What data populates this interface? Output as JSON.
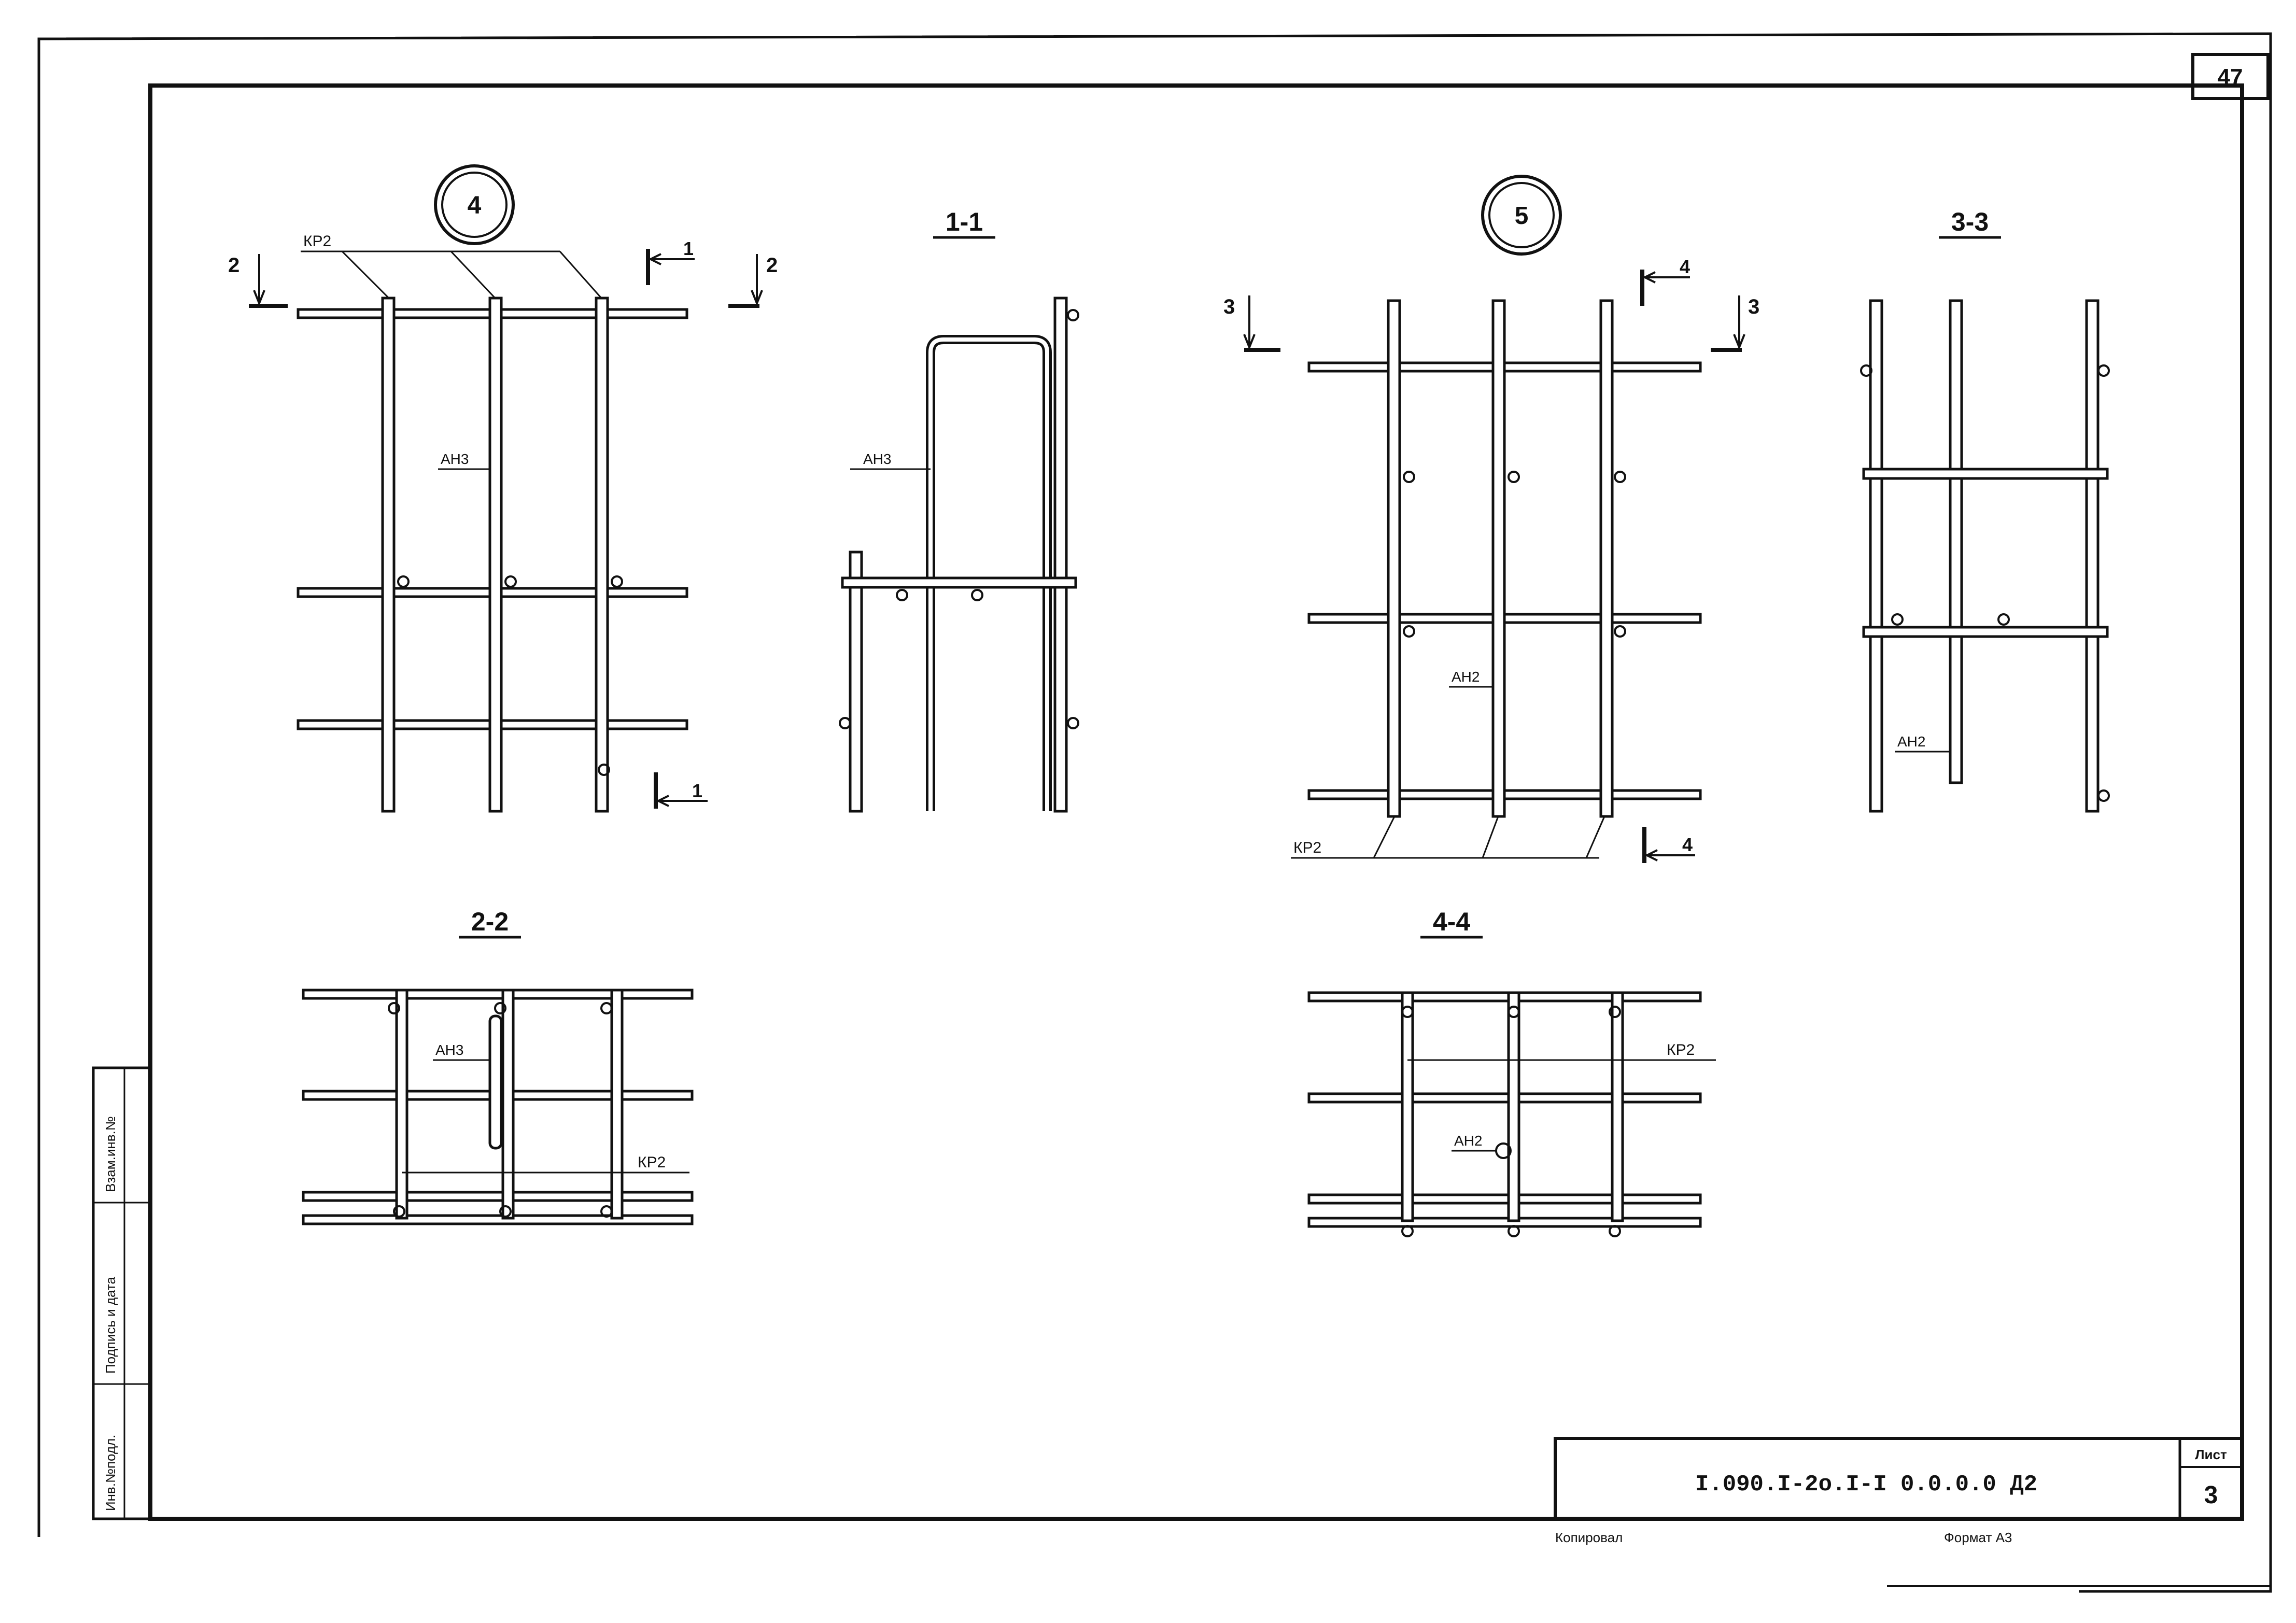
{
  "sheet_number_top": "47",
  "callouts": {
    "node4": "4",
    "node5": "5"
  },
  "views": {
    "s11": "1-1",
    "s22": "2-2",
    "s33": "3-3",
    "s44": "4-4"
  },
  "labels": {
    "kp2": "КР2",
    "an3": "АН3",
    "an2": "АН2"
  },
  "section_marks": {
    "m1": "1",
    "m2": "2",
    "m3": "3",
    "m4": "4"
  },
  "stamp": {
    "code": "I.090.I-2о.I-I 0.0.0.0 Д2",
    "sheet_label": "Лист",
    "sheet_no": "3",
    "copied": "Копировал",
    "format": "Формат А3"
  },
  "side_stamp": {
    "inv_orig": "Инв.№подл.",
    "sign_date": "Подпись и дата",
    "replace_inv": "Взам.инв.№"
  }
}
